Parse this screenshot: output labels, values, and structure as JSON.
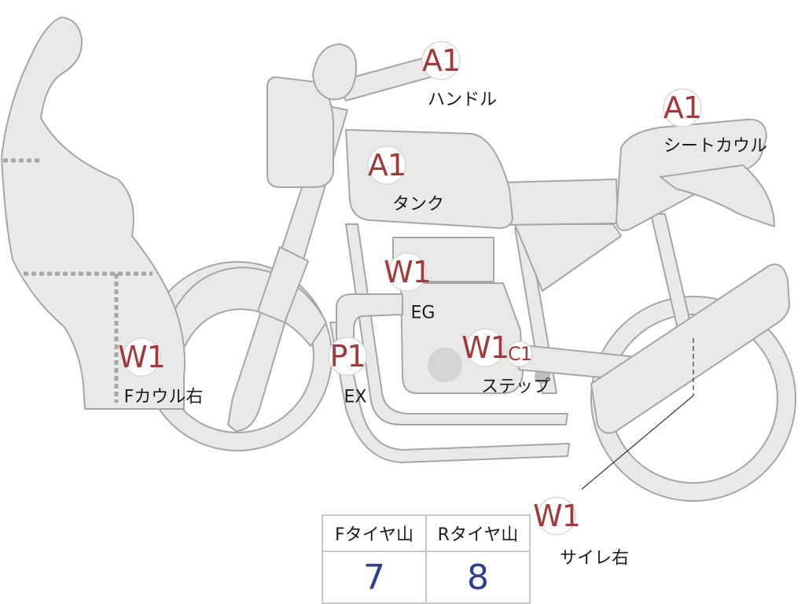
{
  "parts": {
    "handle": {
      "code": "A1",
      "label": "ハンドル"
    },
    "seat": {
      "code": "A1",
      "label": "シートカウル"
    },
    "tank": {
      "code": "A1",
      "label": "タンク"
    },
    "engine": {
      "code": "W1",
      "label": "EG"
    },
    "fcowl": {
      "code": "W1",
      "label": "Fカウル右"
    },
    "exhaust": {
      "code": "P1",
      "label": "EX"
    },
    "step": {
      "code": "W1",
      "extra_code": "C1",
      "label": "ステップ"
    },
    "muffler": {
      "code": "W1",
      "label": "サイレ右"
    }
  },
  "tread_table": {
    "headers": [
      "Fタイヤ山",
      "Rタイヤ山"
    ],
    "values": [
      "7",
      "8"
    ]
  },
  "colors": {
    "part_fill": "#e9e9e7",
    "part_outline": "#a6a6a4",
    "code_text": "#a23a3c",
    "value_text": "#2e3f8f"
  }
}
